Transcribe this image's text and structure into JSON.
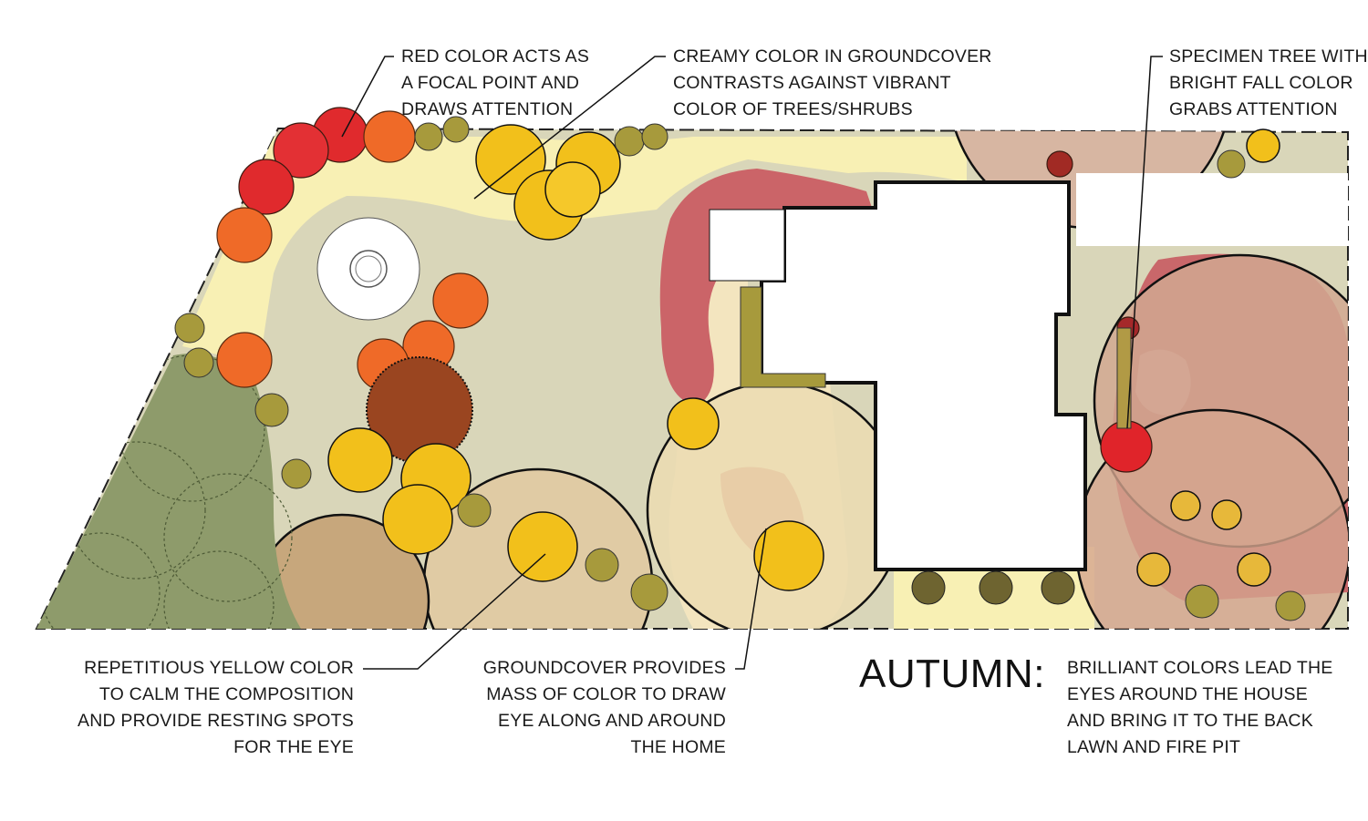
{
  "title": "AUTUMN:",
  "summary": [
    "BRILLIANT COLORS LEAD THE",
    "EYES AROUND THE HOUSE",
    "AND BRING IT TO THE BACK",
    "LAWN AND FIRE PIT"
  ],
  "annotations": {
    "red_focal": [
      "RED COLOR ACTS AS",
      "A FOCAL POINT AND",
      "DRAWS ATTENTION"
    ],
    "creamy_groundcover": [
      "CREAMY COLOR IN GROUNDCOVER",
      "CONTRASTS AGAINST VIBRANT",
      "COLOR OF TREES/SHRUBS"
    ],
    "specimen_tree": [
      "SPECIMEN TREE WITH",
      "BRIGHT FALL COLOR",
      "GRABS ATTENTION"
    ],
    "repetitious_yellow": [
      "REPETITIOUS YELLOW COLOR",
      "TO CALM THE COMPOSITION",
      "AND PROVIDE RESTING SPOTS",
      "FOR THE EYE"
    ],
    "groundcover_mass": [
      "GROUNDCOVER PROVIDES",
      "MASS OF COLOR TO DRAW",
      "EYE ALONG AND AROUND",
      "THE HOME"
    ]
  },
  "colors": {
    "lawn": "#d9d6b9",
    "groundcover_cream": "#f8f0b4",
    "red": "#e02a2d",
    "orange": "#ef6a28",
    "yellow": "#f2c01b",
    "olive": "#a79a3c",
    "brown": "#9a4520",
    "rose": "#cb6468",
    "green_tree": "#8e9b6b",
    "outline": "#111111"
  }
}
